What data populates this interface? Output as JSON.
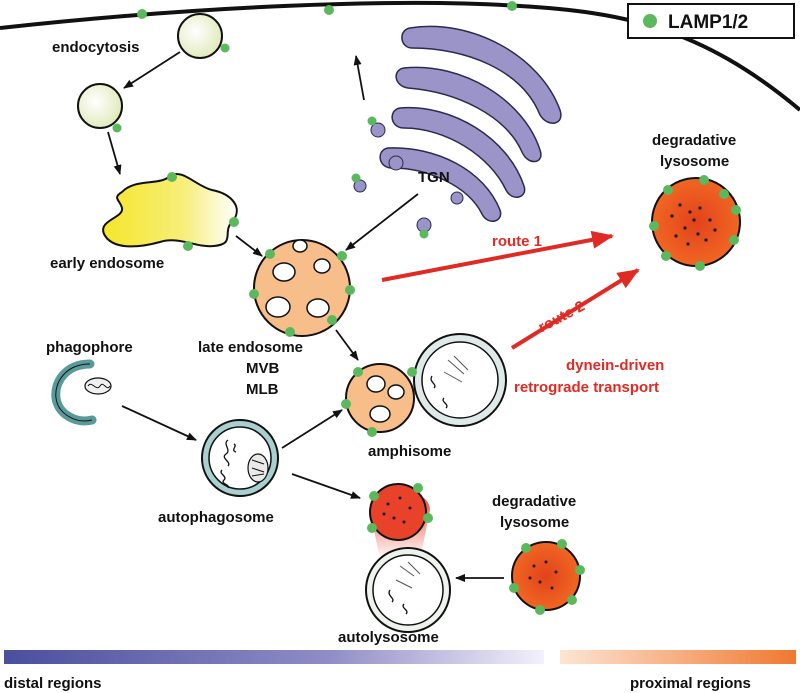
{
  "legend": {
    "label": "LAMP1/2",
    "marker_color": "#5cb85c"
  },
  "labels": {
    "endocytosis": "endocytosis",
    "early_endosome": "early endosome",
    "late_endosome": "late endosome",
    "mvb": "MVB",
    "mlb": "MLB",
    "tgn": "TGN",
    "phagophore": "phagophore",
    "autophagosome": "autophagosome",
    "amphisome": "amphisome",
    "autolysosome": "autolysosome",
    "degradative_lysosome_top_1": "degradative",
    "degradative_lysosome_top_2": "lysosome",
    "degradative_lysosome_bottom_1": "degradative",
    "degradative_lysosome_bottom_2": "lysosome",
    "route_1": "route 1",
    "route_2": "route 2",
    "transport_1": "dynein-driven",
    "transport_2": "retrograde transport"
  },
  "regions": {
    "distal": "distal regions",
    "proximal": "proximal regions",
    "distal_color": "#4a4f9e",
    "proximal_color": "#f0782f"
  },
  "colors": {
    "lamp": "#5cb85c",
    "golgi": "#9a94c8",
    "lysosome": "#ef5a1e",
    "late_endosome": "#f8be8a",
    "early_endosome": "#f4ea3a",
    "autophagosome": "#a9cfcf",
    "arrow_red": "#e02a24"
  }
}
